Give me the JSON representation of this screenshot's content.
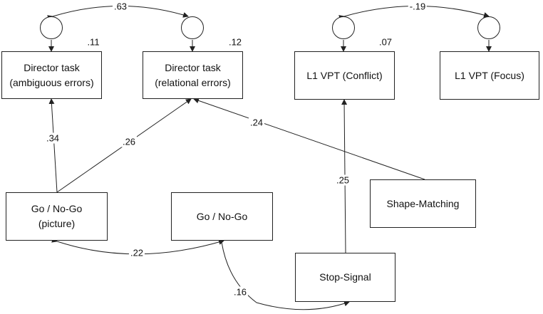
{
  "boxes": {
    "director_ambiguous": {
      "line1": "Director task",
      "line2": "(ambiguous errors)"
    },
    "director_relational": {
      "line1": "Director task",
      "line2": "(relational errors)"
    },
    "l1vpt_conflict": {
      "line1": "L1 VPT (Conflict)"
    },
    "l1vpt_focus": {
      "line1": "L1 VPT (Focus)"
    },
    "gonogo_picture": {
      "line1": "Go / No-Go",
      "line2": "(picture)"
    },
    "gonogo": {
      "line1": "Go / No-Go"
    },
    "shape_matching": {
      "line1": "Shape-Matching"
    },
    "stop_signal": {
      "line1": "Stop-Signal"
    }
  },
  "residual_variances": {
    "director_ambiguous": ".11",
    "director_relational": ".12",
    "l1vpt_conflict": ".07"
  },
  "correlations": {
    "director_tasks": ".63",
    "l1vpt_tasks": "-.19",
    "gonogo_picture_gonogo": ".22",
    "gonogo_stopsignal": ".16"
  },
  "paths": {
    "gonogo_picture_to_ambiguous": ".34",
    "gonogo_picture_to_relational": ".26",
    "shape_matching_to_relational": ".24",
    "stop_signal_to_conflict": ".25"
  }
}
